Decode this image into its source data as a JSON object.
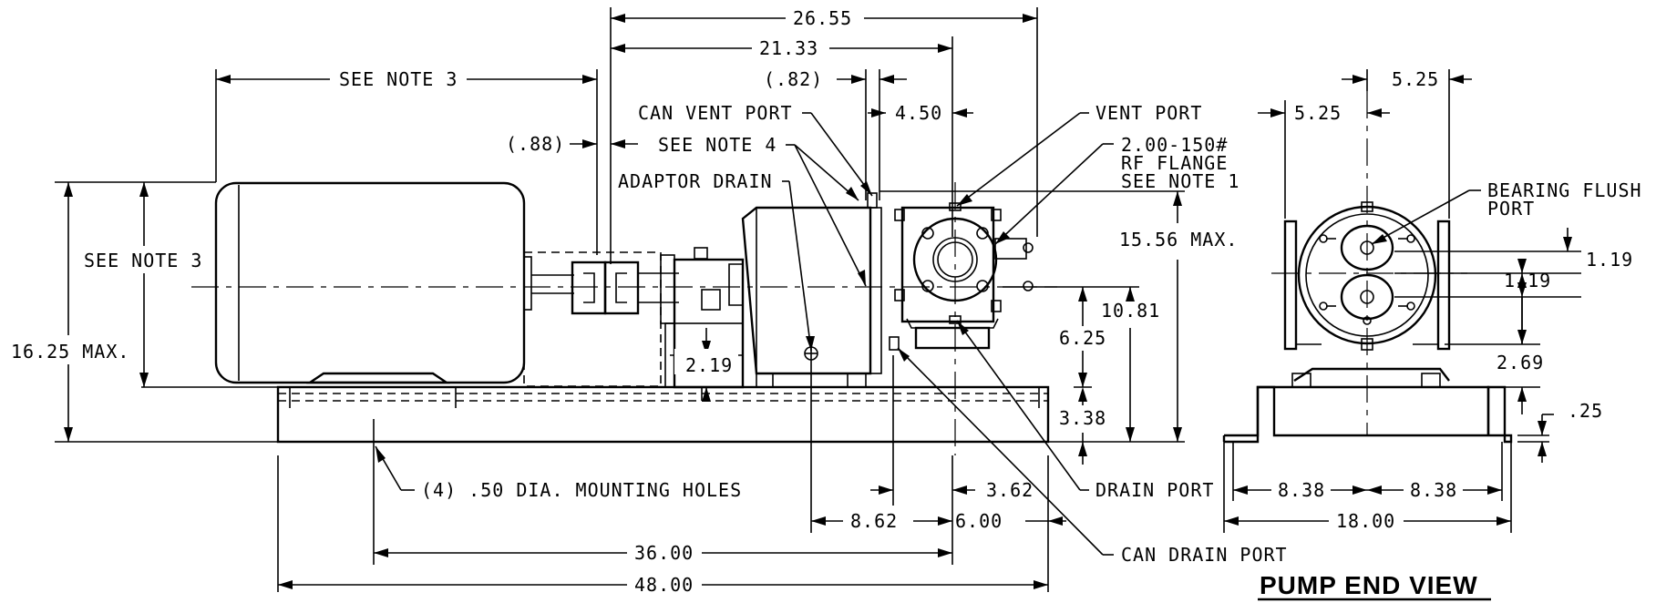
{
  "dimensions": {
    "d26_55": "26.55",
    "d21_33": "21.33",
    "d082": "(.82)",
    "d088": "(.88)",
    "d4_50": "4.50",
    "see_note_3_top": "SEE NOTE 3",
    "see_note_3_side": "SEE NOTE 3",
    "d16_25": "16.25 MAX.",
    "d15_56": "15.56 MAX.",
    "d10_81": "10.81",
    "d6_25": "6.25",
    "d2_19": "2.19",
    "d3_38": "3.38",
    "d3_62": "3.62",
    "d8_62": "8.62",
    "d6_00": "6.00",
    "d36_00": "36.00",
    "d48_00": "48.00"
  },
  "callouts": {
    "can_vent_port": "CAN VENT PORT",
    "see_note_4": "SEE NOTE 4",
    "adaptor_drain": "ADAPTOR DRAIN",
    "vent_port": "VENT PORT",
    "flange_line1": "2.00-150#",
    "flange_line2": "RF FLANGE",
    "flange_line3": "SEE NOTE 1",
    "mounting_holes": "(4) .50 DIA. MOUNTING HOLES",
    "drain_port": "DRAIN PORT",
    "can_drain_port": "CAN DRAIN PORT"
  },
  "end_view": {
    "title": "PUMP END VIEW",
    "d5_25_a": "5.25",
    "d5_25_b": "5.25",
    "bearing_line1": "BEARING FLUSH",
    "bearing_line2": "PORT",
    "d1_19_a": "1.19",
    "d1_19_b": "1.19",
    "d2_69": "2.69",
    "d025": ".25",
    "d8_38_a": "8.38",
    "d8_38_b": "8.38",
    "d18_00": "18.00"
  }
}
